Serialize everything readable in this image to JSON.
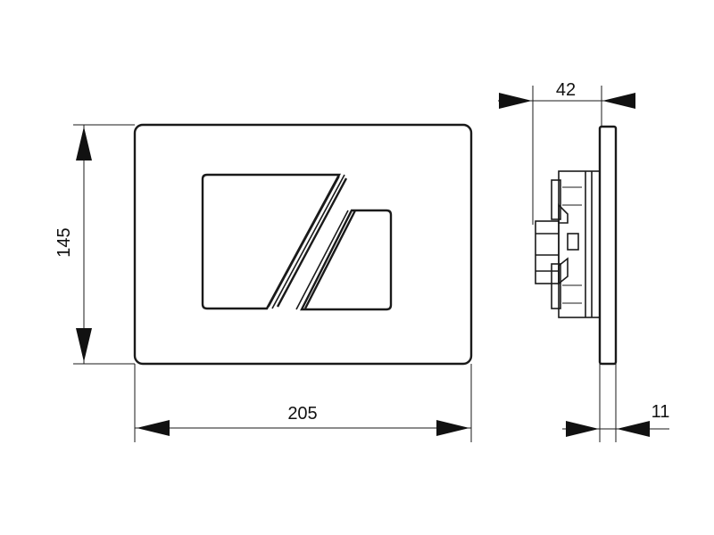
{
  "dimensions": {
    "height_label": "145",
    "width_label": "205",
    "depth_label": "42",
    "plate_thickness_label": "11"
  },
  "colors": {
    "line": "#1a1a1a",
    "background": "#ffffff"
  }
}
